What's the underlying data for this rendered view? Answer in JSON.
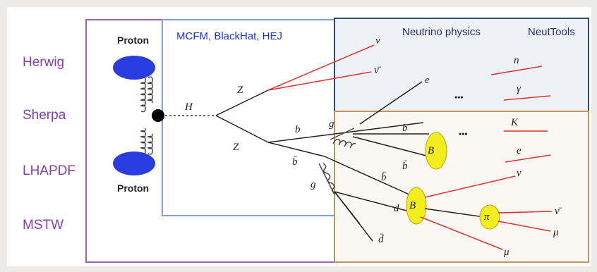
{
  "generators": [
    "Herwig",
    "Sherpa",
    "LHAPDF",
    "MSTW"
  ],
  "box_titles": {
    "matrix": "MCFM, BlackHat, HEJ",
    "neutrino": "Neutrino physics",
    "neuttools": "NeutTools"
  },
  "protons": [
    "Proton",
    "Proton"
  ],
  "particles": {
    "H": "H",
    "Z1": "Z",
    "Z2": "Z",
    "nu_top": "ν",
    "nu_bar_top": "ν̄",
    "e_top": "e",
    "b1": "b",
    "b2": "b",
    "bbar1": "b̄",
    "bbar2": "b̄",
    "g": "g",
    "g2": "g",
    "B_minus": "B",
    "B_zero": "B",
    "d": "d",
    "dbar": "d̄",
    "nu_mu": "ν",
    "nu_mu_bar": "ν̄",
    "mu_minus": "μ",
    "mu_plus": "μ",
    "pi_minus": "π",
    "n": "n",
    "gamma": "γ",
    "KL": "K",
    "e_minus": "e",
    "ellipsis1": "•••",
    "ellipsis2": "•••"
  },
  "colors": {
    "sidebar_text": "#8a3bb0",
    "box_purple": "#9a62b8",
    "box_blue": "#7ea3d6",
    "box_navy": "#2f4a78",
    "box_tan": "#b8965e",
    "proton_fill": "#2a3ee0",
    "hadron_fill": "#f2ee1e",
    "red_track": "#e0312c",
    "blue_title": "#1c33e6",
    "navy_title": "#1f2f5a"
  }
}
